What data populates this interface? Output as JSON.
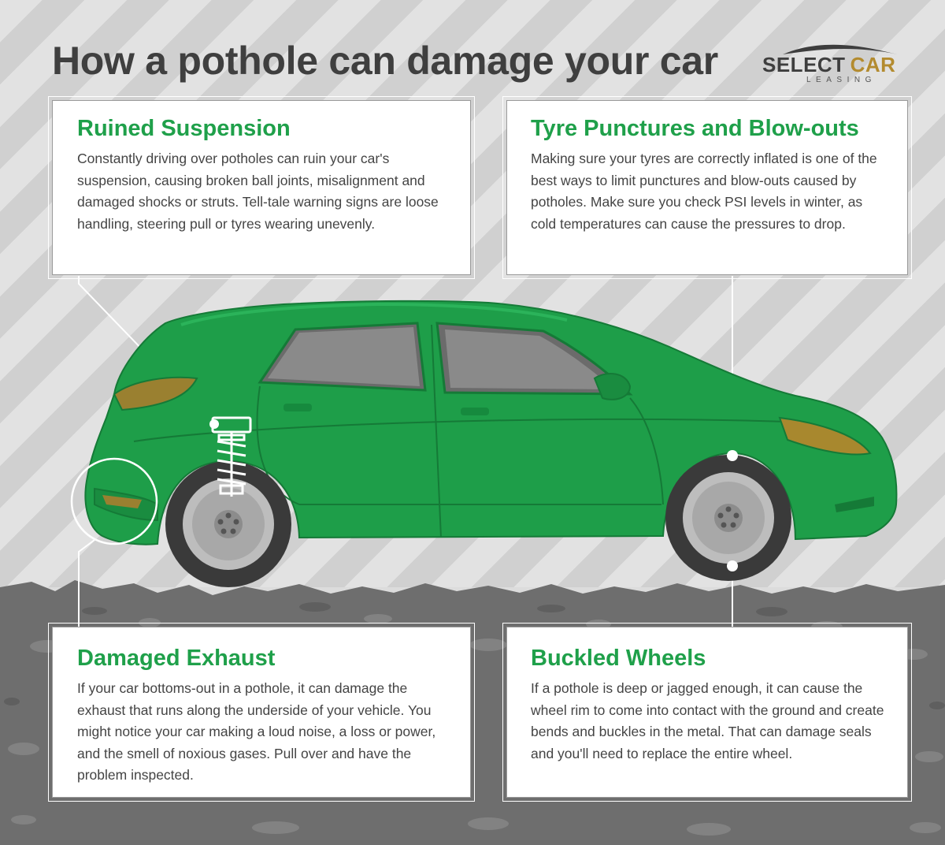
{
  "header": {
    "title": "How a pothole can damage your car"
  },
  "logo": {
    "word1": "SELECT",
    "word2": "CAR",
    "sub": "LEASING"
  },
  "cards": {
    "suspension": {
      "title": "Ruined Suspension",
      "body": "Constantly driving over potholes can ruin your car's suspension, causing broken ball joints, misalignment and damaged shocks or struts. Tell-tale warning signs are loose handling, steering pull or tyres wearing unevenly."
    },
    "tyres": {
      "title": "Tyre Punctures and Blow-outs",
      "body": "Making sure your tyres are correctly inflated is one of the best ways to limit punctures and blow-outs caused by potholes. Make sure you check PSI levels in winter, as cold temperatures can cause the pressures to drop."
    },
    "exhaust": {
      "title": "Damaged Exhaust",
      "body": "If your car bottoms-out in a pothole, it can damage the exhaust that runs along the underside of your vehicle. You might notice your car making a loud noise, a loss or power, and the smell of noxious gases. Pull over and have the problem inspected."
    },
    "wheels": {
      "title": "Buckled Wheels",
      "body": "If a pothole is deep or jagged enough, it can cause the wheel rim to come into contact with the ground and create bends and buckles in the metal. That can damage seals and you'll need to replace the entire wheel."
    }
  },
  "colors": {
    "accent_green": "#1fa04a",
    "car_green": "#1e9e49",
    "logo_gold": "#b38b2f",
    "title_gray": "#3f3f3f",
    "road": "#6e6e6e"
  },
  "icons": {
    "car": "hatchback-car-illustration",
    "suspension": "coil-spring-icon",
    "callout": "callout-circle-icon"
  }
}
